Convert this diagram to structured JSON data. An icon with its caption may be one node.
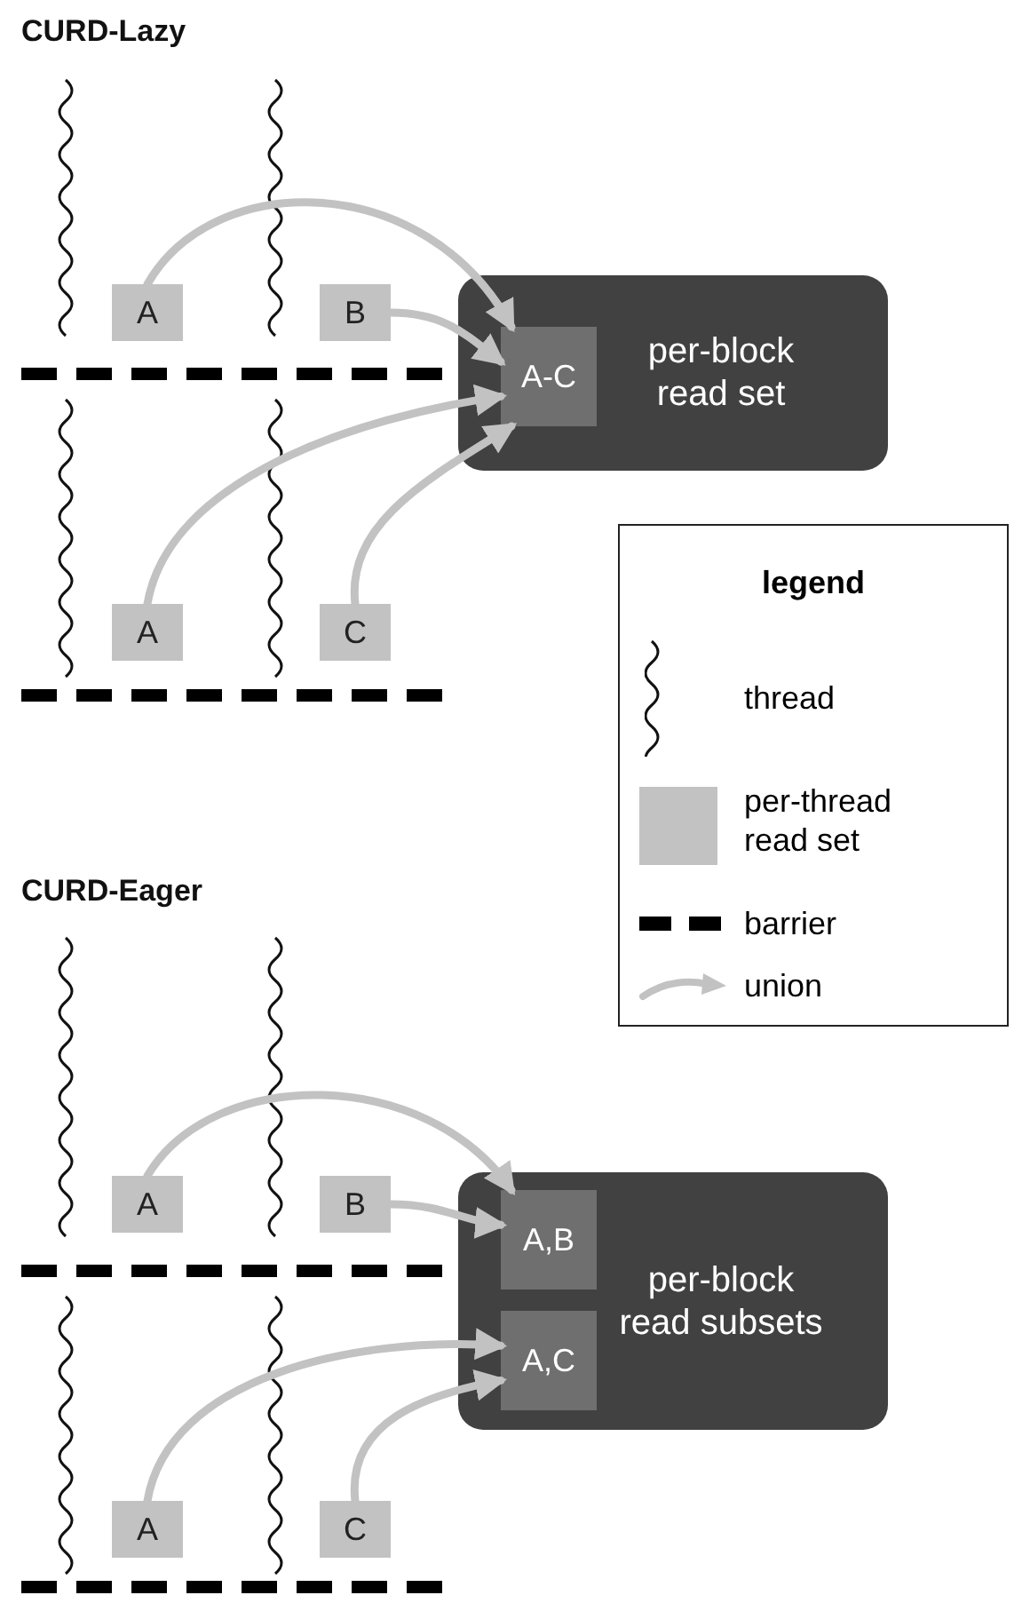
{
  "diagram": {
    "nodes": [
      {
        "text": [
          "A"
        ]
      },
      {
        "text": [
          "B"
        ]
      },
      {
        "text": [
          "per-block read set"
        ]
      },
      {
        "text": [
          "A-C"
        ],
        "in": 2
      },
      {
        "text": [
          "A"
        ]
      },
      {
        "text": [
          "C"
        ]
      },
      {
        "text": [
          "A"
        ]
      },
      {
        "text": [
          "B"
        ]
      },
      {
        "text": [
          "per-block read subsets"
        ]
      },
      {
        "text": [
          "A,B"
        ],
        "in": 8
      },
      {
        "text": [
          "A,C"
        ],
        "in": 8
      },
      {
        "text": [
          "A"
        ]
      },
      {
        "text": [
          "C"
        ]
      }
    ],
    "edges": [
      {
        "from": 0,
        "to": 3,
        "arrow": "to"
      },
      {
        "from": 1,
        "to": 3,
        "arrow": "to"
      },
      {
        "from": 4,
        "to": 3,
        "arrow": "to"
      },
      {
        "from": 5,
        "to": 3,
        "arrow": "to"
      },
      {
        "from": 6,
        "to": 9,
        "arrow": "to"
      },
      {
        "from": 7,
        "to": 9,
        "arrow": "to"
      },
      {
        "from": 11,
        "to": 10,
        "arrow": "to"
      },
      {
        "from": 12,
        "to": 10,
        "arrow": "to"
      }
    ],
    "labels": [
      "CURD-Lazy",
      "legend",
      "CURD-Eager"
    ],
    "legend": [
      {
        "text": "thread"
      },
      {
        "text": "per-thread read set"
      },
      {
        "text": "barrier"
      },
      {
        "text": "union"
      }
    ]
  }
}
